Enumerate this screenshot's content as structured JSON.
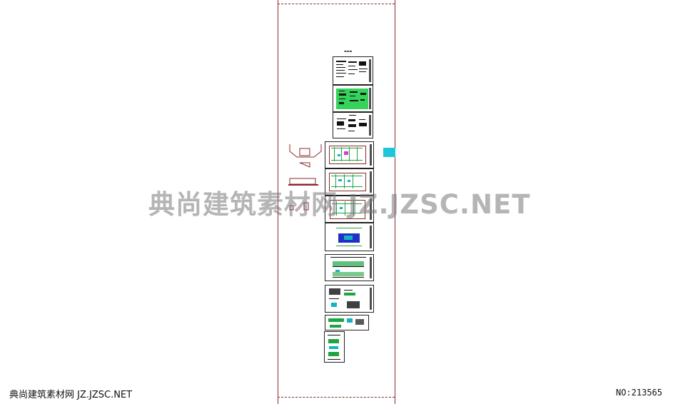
{
  "watermark": {
    "text": "典尚建筑素材网 JZ.JZSC.NET"
  },
  "footer": {
    "site_label": "典尚建筑素材网 JZ.JZSC.NET",
    "serial_label": "NO:213565"
  },
  "colors": {
    "boundary": "#8b2a2a",
    "accent_cyan": "#1dc6d8",
    "plan_green": "#34d35a",
    "background": "#ffffff"
  }
}
